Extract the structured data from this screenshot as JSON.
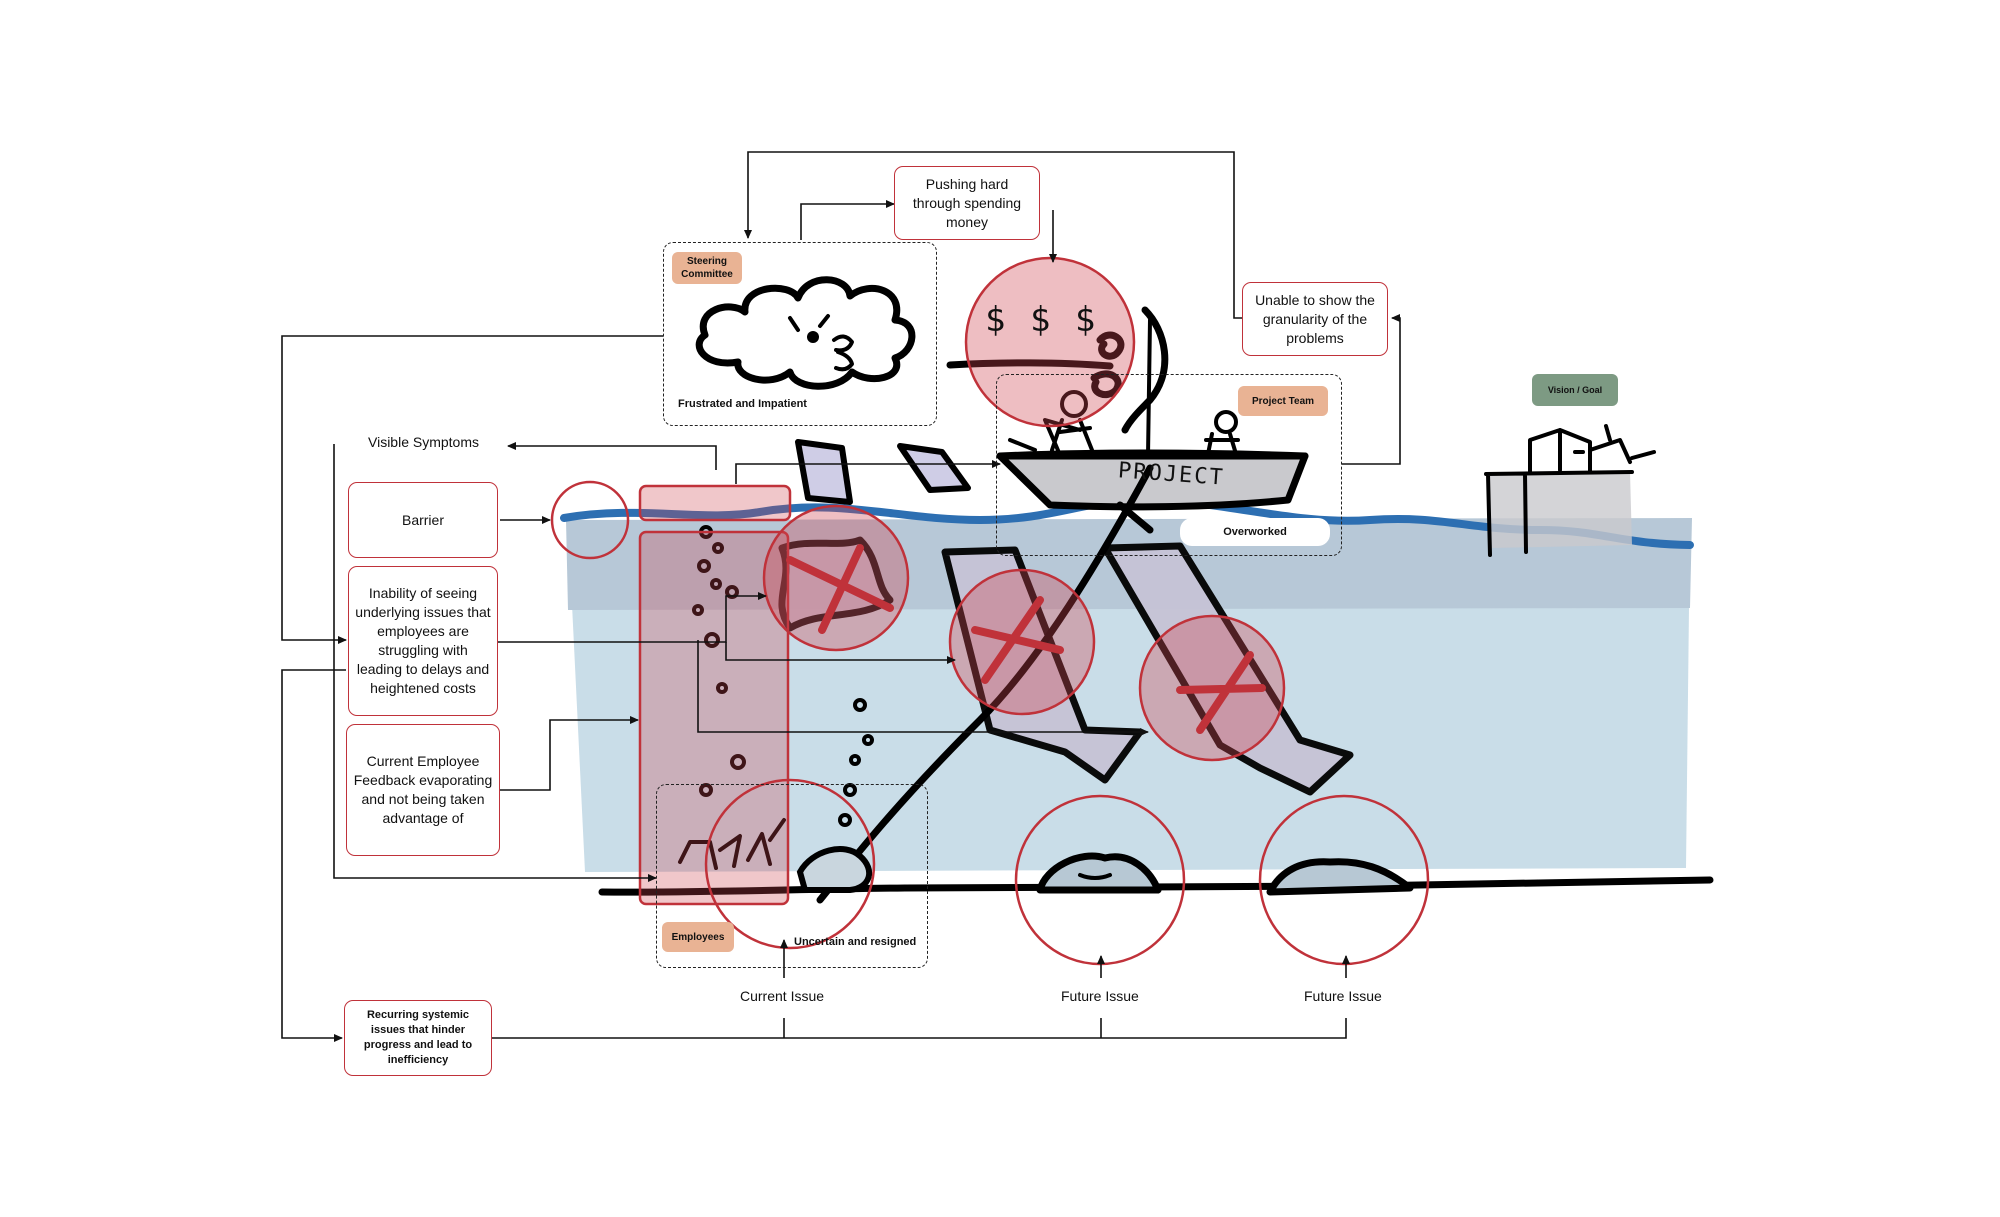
{
  "colors": {
    "water_light": "#c7dde7",
    "water_band": "#b4c6d4",
    "river_line": "#2d6fb2",
    "red_outline": "#c0323a",
    "red_fill": "rgba(205,70,80,0.35)",
    "tag_orange": "#e9b394",
    "tag_green": "#7d9a83",
    "sketch_gray": "#c9c9cd",
    "purple_fill": "#cfcde6"
  },
  "steering": {
    "tag": "Steering Committee",
    "caption": "Frustrated and Impatient"
  },
  "project": {
    "tag": "Project Team",
    "boat_text": "PROJECT",
    "caption": "Overworked"
  },
  "employees": {
    "tag": "Employees",
    "caption": "Uncertain and resigned"
  },
  "vision": {
    "tag": "Vision / Goal"
  },
  "money_symbols": "$ $ $",
  "notes": {
    "pushing": "Pushing hard through spending money",
    "granularity": "Unable to show the granularity of the problems",
    "visible_symptoms": "Visible Symptoms",
    "barrier": "Barrier",
    "inability": "Inability of seeing underlying issues that employees are struggling with leading to delays and heightened costs",
    "feedback": "Current Employee Feedback evaporating and not being taken advantage of",
    "recurring": "Recurring systemic issues that hinder progress and lead to inefficiency"
  },
  "issues": {
    "current": "Current Issue",
    "future_1": "Future Issue",
    "future_2": "Future Issue"
  },
  "icons": [
    "cloud-face-icon",
    "money-bag-icon",
    "boat-icon",
    "person-icon",
    "rock-icon",
    "cross-mark-icon",
    "island-house-icon"
  ]
}
